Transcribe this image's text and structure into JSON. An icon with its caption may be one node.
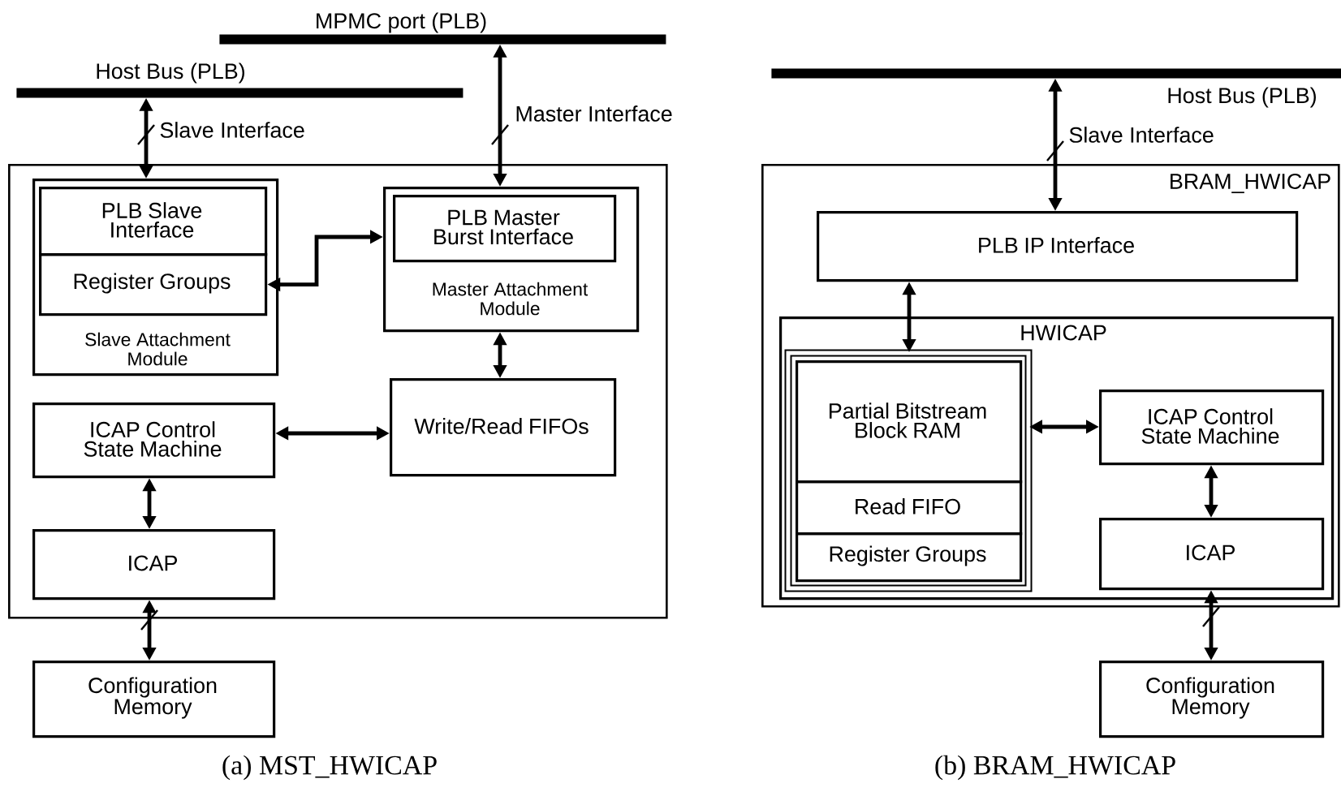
{
  "diagram": {
    "nodes": [
      {
        "text": [
          "Host Bus (PLB)"
        ]
      },
      {
        "text": [
          "MPMC port (PLB)"
        ]
      },
      {
        "text": [],
        "shape": "box"
      },
      {
        "text": [
          "Slave Attachment Module"
        ],
        "in": 2
      },
      {
        "text": [
          "PLB Slave Interface"
        ],
        "in": 3
      },
      {
        "text": [
          "Register Groups"
        ],
        "in": 3
      },
      {
        "text": [
          "Master Attachment Module"
        ],
        "in": 2
      },
      {
        "text": [
          "PLB Master Burst Interface"
        ],
        "in": 6
      },
      {
        "text": [
          "Write/Read FIFOs"
        ],
        "in": 2
      },
      {
        "text": [
          "ICAP Control State Machine"
        ],
        "in": 2
      },
      {
        "text": [
          "ICAP"
        ],
        "in": 2
      },
      {
        "text": [
          "Configuration Memory"
        ]
      },
      {
        "text": [
          "Host Bus (PLB)"
        ]
      },
      {
        "text": [
          "BRAM_HWICAP"
        ]
      },
      {
        "text": [
          "PLB IP Interface"
        ],
        "in": 13
      },
      {
        "text": [
          "HWICAP"
        ],
        "in": 13
      },
      {
        "text": [],
        "shape": "box",
        "in": 15
      },
      {
        "text": [
          "Partial Bitstream Block RAM"
        ],
        "in": 16
      },
      {
        "text": [
          "Read FIFO"
        ],
        "in": 16
      },
      {
        "text": [
          "Register Groups"
        ],
        "in": 16
      },
      {
        "text": [
          "ICAP Control State Machine"
        ],
        "in": 15
      },
      {
        "text": [
          "ICAP"
        ],
        "in": 15
      },
      {
        "text": [
          "Configuration Memory"
        ]
      }
    ],
    "edges": [
      {
        "from": 0,
        "to": 3,
        "arrow": "both",
        "label": "Slave Interface"
      },
      {
        "from": 1,
        "to": 6,
        "arrow": "both",
        "label": "Master Interface"
      },
      {
        "from": 5,
        "to": 6,
        "arrow": "both"
      },
      {
        "from": 6,
        "to": 8,
        "arrow": "both"
      },
      {
        "from": 9,
        "to": 8,
        "arrow": "both"
      },
      {
        "from": 9,
        "to": 10,
        "arrow": "both"
      },
      {
        "from": 10,
        "to": 11,
        "arrow": "both"
      },
      {
        "from": 12,
        "to": 14,
        "arrow": "both",
        "label": "Slave Interface"
      },
      {
        "from": 14,
        "to": 16,
        "arrow": "both"
      },
      {
        "from": 16,
        "to": 20,
        "arrow": "both"
      },
      {
        "from": 20,
        "to": 21,
        "arrow": "both"
      },
      {
        "from": 21,
        "to": 22,
        "arrow": "both"
      }
    ],
    "labels": [
      "(a) MST_HWICAP",
      "(b) BRAM_HWICAP"
    ]
  }
}
